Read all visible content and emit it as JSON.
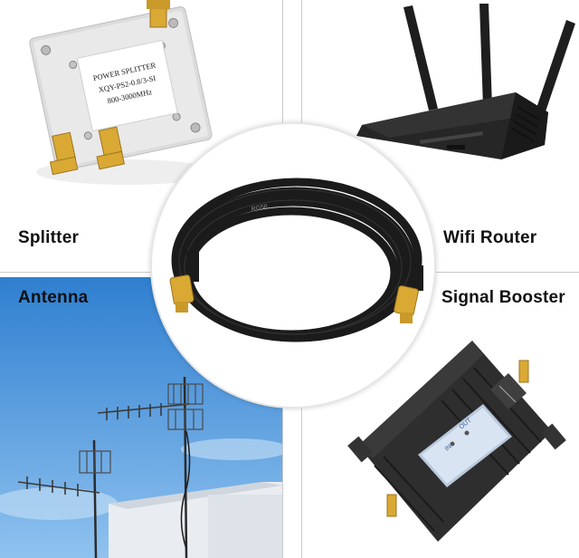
{
  "labels": {
    "splitter": "Splitter",
    "wifi_router": "Wifi Router",
    "antenna": "Antenna",
    "signal_booster": "Signal Booster"
  },
  "splitter_print": {
    "line1": "POWER SPLITTER",
    "line2": "XQY-PS2-0.8/3-SI",
    "line3": "800-3000MHz"
  },
  "cable_print": "RG58",
  "booster_print": {
    "in": "IN",
    "out": "OUT"
  },
  "colors": {
    "sky": "#3a8fd9",
    "cable": "#1b1b1b",
    "connector_gold": "#d9a934",
    "router_body": "#262626",
    "booster_body": "#2e2e2e",
    "splitter_body": "#e3e3e3"
  }
}
